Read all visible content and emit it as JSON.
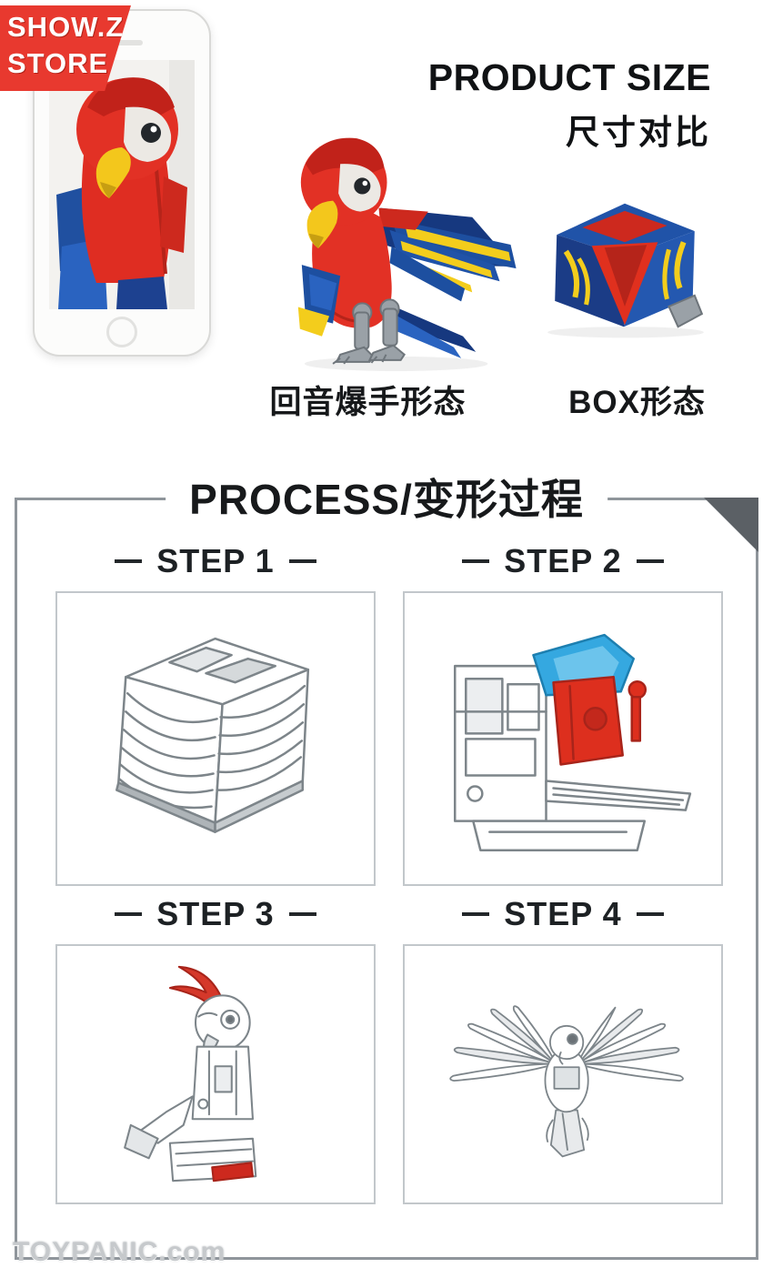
{
  "store_watermark": {
    "line1": "SHOW.Z",
    "line2": "STORE"
  },
  "size_section": {
    "title_en": "PRODUCT SIZE",
    "title_cn": "尺寸对比",
    "robot_form_label": "回音爆手形态",
    "box_form_label": "BOX形态"
  },
  "process_section": {
    "title": "PROCESS/变形过程",
    "steps": [
      {
        "label": "STEP 1",
        "illustration": "box-mode-line-art"
      },
      {
        "label": "STEP 2",
        "illustration": "partial-transform-red-blue-parts"
      },
      {
        "label": "STEP 3",
        "illustration": "bird-head-formed-line-art"
      },
      {
        "label": "STEP 4",
        "illustration": "parrot-wings-spread-line-art"
      }
    ]
  },
  "footer_watermark": "TOYPANIC.com",
  "figures": {
    "phone_photo": "parrot-robot-closeup-photo",
    "robot_figure": "red-blue-parrot-robot",
    "box_figure": "blue-red-cube-box-mode"
  },
  "colors": {
    "banner_red": "#e8392f",
    "brand_red": "#e23125",
    "brand_blue": "#1d4fa0",
    "accent_yellow": "#f3cd1c",
    "line_art_gray": "#7d858a",
    "frame_gray": "#8f959b",
    "text_dark": "#17191b"
  }
}
